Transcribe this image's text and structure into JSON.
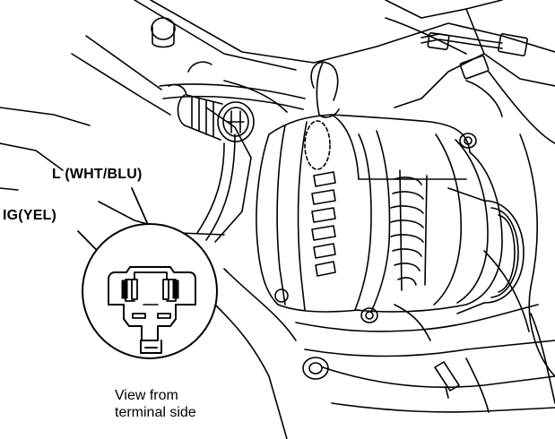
{
  "labels": {
    "terminal_l": "L (WHT/BLU)",
    "terminal_ig": "IG(YEL)"
  },
  "caption": {
    "line1": "View from",
    "line2": "terminal side"
  }
}
